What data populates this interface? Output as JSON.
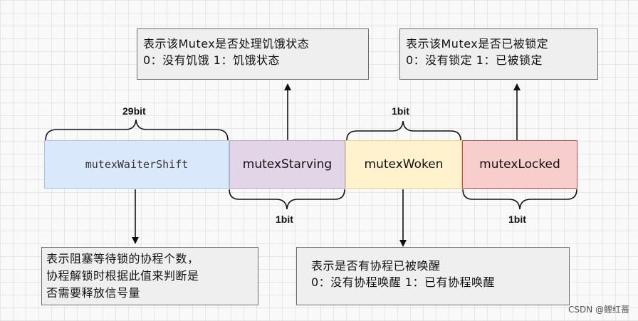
{
  "callouts": {
    "starving": {
      "line1": "表示该Mutex是否处理饥饿状态",
      "line2": "0：没有饥饿 1：饥饿状态"
    },
    "locked": {
      "line1": "表示该Mutex是否已被锁定",
      "line2": "0：没有锁定 1：已被锁定"
    },
    "waiter": {
      "line1": "表示阻塞等待锁的协程个数，",
      "line2": "协程解锁时根据此值来判断是",
      "line3": "否需要释放信号量"
    },
    "woken": {
      "line1": "表示是否有协程已被唤醒",
      "line2": "0：没有协程唤醒 1：已有协程唤醒"
    }
  },
  "segments": {
    "waiter_shift": "mutexWaiterShift",
    "starving": "mutexStarving",
    "woken": "mutexWoken",
    "locked": "mutexLocked"
  },
  "bits": {
    "waiter_shift": "29bit",
    "starving": "1bit",
    "woken": "1bit",
    "locked": "1bit"
  },
  "colors": {
    "waiter_shift_fill": "#dae8fc",
    "starving_fill": "#e1d5e7",
    "woken_fill": "#fff2cc",
    "locked_fill": "#f8cecc"
  },
  "watermark": "CSDN @鲤红蔷"
}
